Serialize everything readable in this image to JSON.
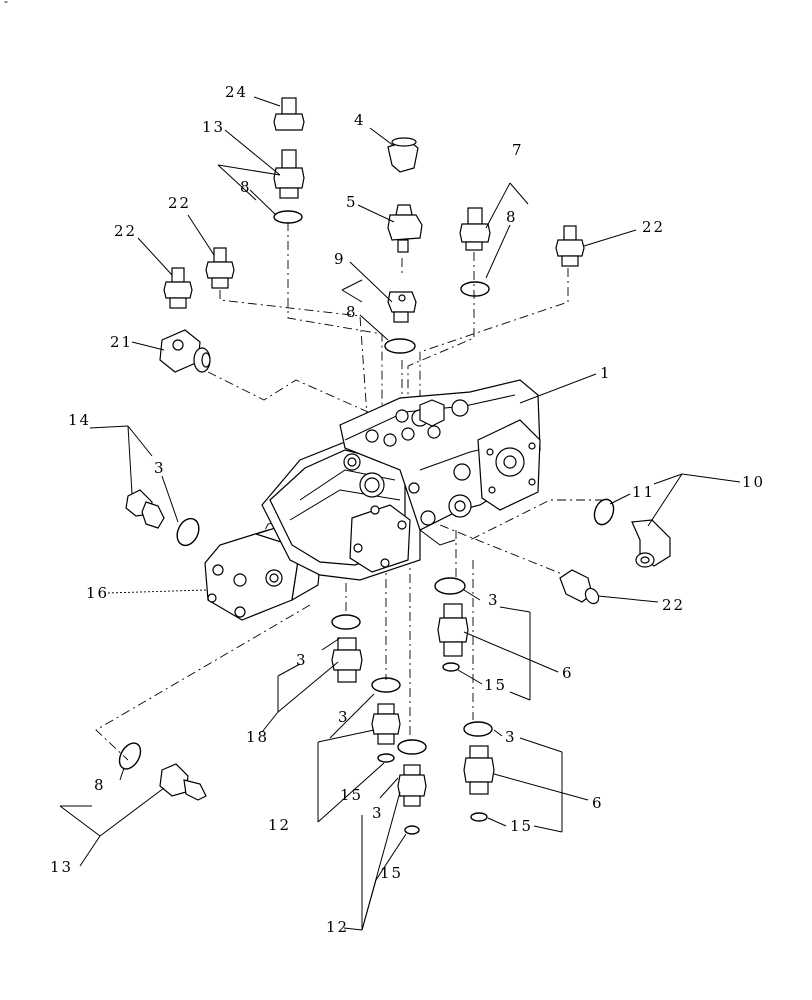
{
  "corner_mark": "-",
  "callouts": [
    {
      "id": "c24",
      "text": "24"
    },
    {
      "id": "c13a",
      "text": "13"
    },
    {
      "id": "c8a",
      "text": "8"
    },
    {
      "id": "c4",
      "text": "4"
    },
    {
      "id": "c5",
      "text": "5"
    },
    {
      "id": "c9",
      "text": "9"
    },
    {
      "id": "c8b",
      "text": "8"
    },
    {
      "id": "c7",
      "text": "7"
    },
    {
      "id": "c8c",
      "text": "8"
    },
    {
      "id": "c22a",
      "text": "22"
    },
    {
      "id": "c22b",
      "text": "22"
    },
    {
      "id": "c22c",
      "text": "22"
    },
    {
      "id": "c21",
      "text": "21"
    },
    {
      "id": "c1",
      "text": "1"
    },
    {
      "id": "c14",
      "text": "14"
    },
    {
      "id": "c3a",
      "text": "3"
    },
    {
      "id": "c11",
      "text": "11"
    },
    {
      "id": "c10",
      "text": "10"
    },
    {
      "id": "c16",
      "text": "16"
    },
    {
      "id": "c22d",
      "text": "22"
    },
    {
      "id": "c3b",
      "text": "3"
    },
    {
      "id": "c6a",
      "text": "6"
    },
    {
      "id": "c15a",
      "text": "15"
    },
    {
      "id": "c3c",
      "text": "3"
    },
    {
      "id": "c18",
      "text": "18"
    },
    {
      "id": "c3d",
      "text": "3"
    },
    {
      "id": "c3e",
      "text": "3"
    },
    {
      "id": "c6b",
      "text": "6"
    },
    {
      "id": "c8d",
      "text": "8"
    },
    {
      "id": "c15b",
      "text": "15"
    },
    {
      "id": "c12a",
      "text": "12"
    },
    {
      "id": "c15c",
      "text": "15"
    },
    {
      "id": "c3f",
      "text": "3"
    },
    {
      "id": "c13b",
      "text": "13"
    },
    {
      "id": "c12b",
      "text": "12"
    },
    {
      "id": "c15d",
      "text": "15"
    }
  ]
}
